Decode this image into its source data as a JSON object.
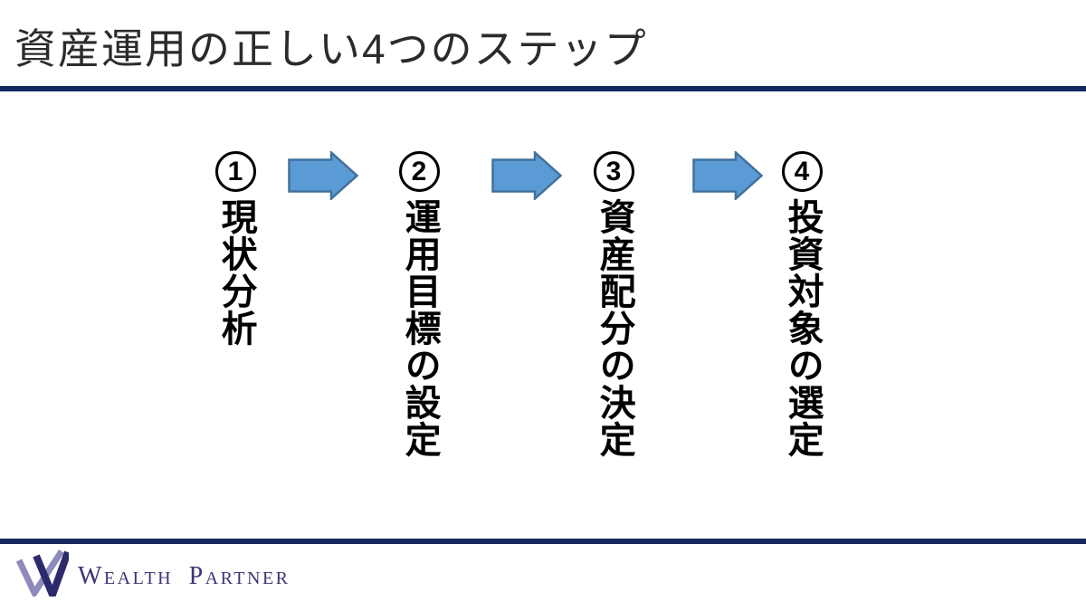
{
  "slide": {
    "title": "資産運用の正しい4つのステップ",
    "steps": [
      {
        "number": "1",
        "label": "現状分析"
      },
      {
        "number": "2",
        "label": "運用目標の設定"
      },
      {
        "number": "3",
        "label": "資産配分の決定"
      },
      {
        "number": "4",
        "label": "投資対象の選定"
      }
    ],
    "footer": {
      "brand": "Wealth Partner"
    }
  },
  "colors": {
    "divider_navy": "#16295e",
    "arrow_fill": "#5B9BD5",
    "arrow_stroke": "#41719C",
    "step_text": "#000000",
    "title_text": "#2b2b2b",
    "brand_text": "#3a3577",
    "logo_dark": "#2c2a6a",
    "logo_light": "#8f8abc"
  }
}
